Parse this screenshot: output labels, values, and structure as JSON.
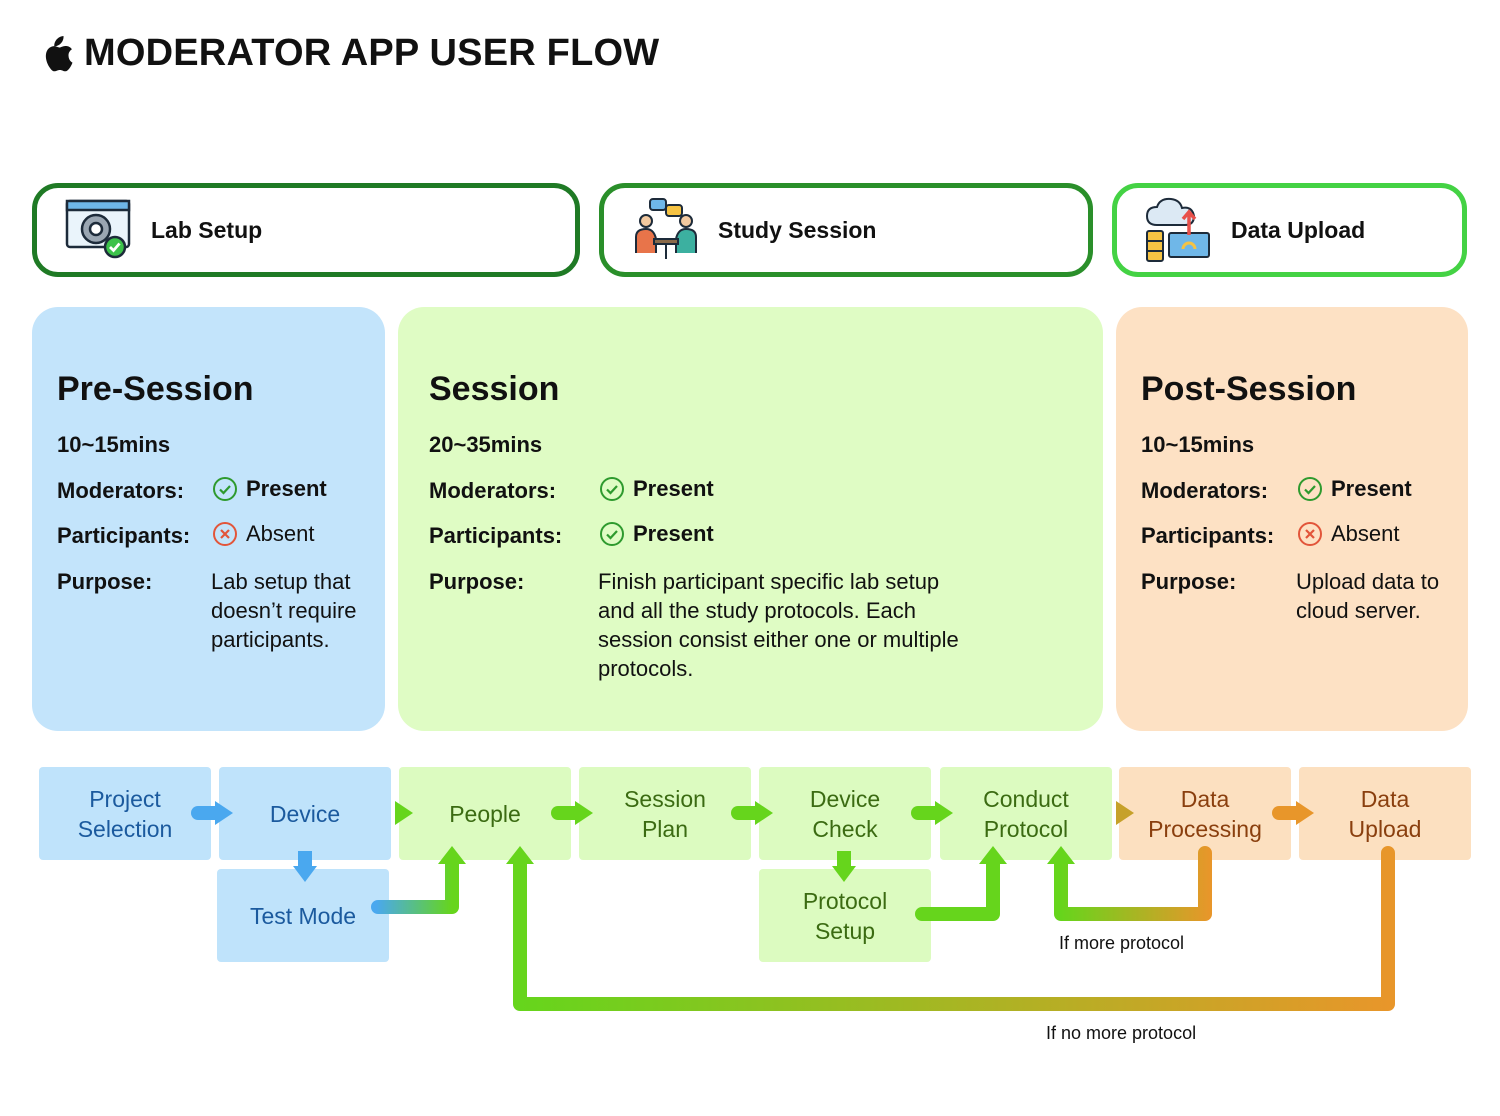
{
  "header": {
    "title": "MODERATOR APP USER FLOW",
    "logo_icon": "apple-logo-icon"
  },
  "phases": [
    {
      "label": "Lab Setup",
      "icon": "lab-setup-gear-icon",
      "border": "#1f7a25"
    },
    {
      "label": "Study Session",
      "icon": "study-session-people-icon",
      "border": "#2a8f2a"
    },
    {
      "label": "Data Upload",
      "icon": "cloud-server-upload-icon",
      "border": "#44d244"
    }
  ],
  "panels": {
    "pre": {
      "title": "Pre-Session",
      "duration": "10~15mins",
      "moderators_label": "Moderators:",
      "moderators_value": "Present",
      "participants_label": "Participants:",
      "participants_value": "Absent",
      "purpose_label": "Purpose:",
      "purpose_lines": [
        "Lab setup that",
        "doesn’t require",
        "participants."
      ],
      "bg": "#c3e4fb"
    },
    "session": {
      "title": "Session",
      "duration": "20~35mins",
      "moderators_label": "Moderators:",
      "moderators_value": "Present",
      "participants_label": "Participants:",
      "participants_value": "Present",
      "purpose_label": "Purpose:",
      "purpose_lines": [
        "Finish participant specific lab setup",
        "and all the study protocols. Each",
        "session consist either one or multiple",
        "protocols."
      ],
      "bg": "#dffcc4"
    },
    "post": {
      "title": "Post-Session",
      "duration": "10~15mins",
      "moderators_label": "Moderators:",
      "moderators_value": "Present",
      "participants_label": "Participants:",
      "participants_value": "Absent",
      "purpose_label": "Purpose:",
      "purpose_lines": [
        "Upload data to",
        "cloud server."
      ],
      "bg": "#fde1c4"
    }
  },
  "status_icons": {
    "present": "check-circle-icon",
    "absent": "x-circle-icon",
    "present_color": "#2e9a2e",
    "absent_color": "#e2553a"
  },
  "flow": {
    "project_selection": [
      "Project",
      "Selection"
    ],
    "device": "Device",
    "test_mode": "Test Mode",
    "people": "People",
    "session_plan": [
      "Session",
      "Plan"
    ],
    "device_check": [
      "Device",
      "Check"
    ],
    "protocol_setup": [
      "Protocol",
      "Setup"
    ],
    "conduct_protocol": [
      "Conduct",
      "Protocol"
    ],
    "data_processing": [
      "Data",
      "Processing"
    ],
    "data_upload": [
      "Data",
      "Upload"
    ]
  },
  "notes": {
    "more_protocol": "If more protocol",
    "no_more_protocol": "If no more protocol"
  },
  "colors": {
    "blue_arrow": "#4aa8ef",
    "green_arrow": "#66d51c",
    "orange_arrow": "#e8962a"
  }
}
